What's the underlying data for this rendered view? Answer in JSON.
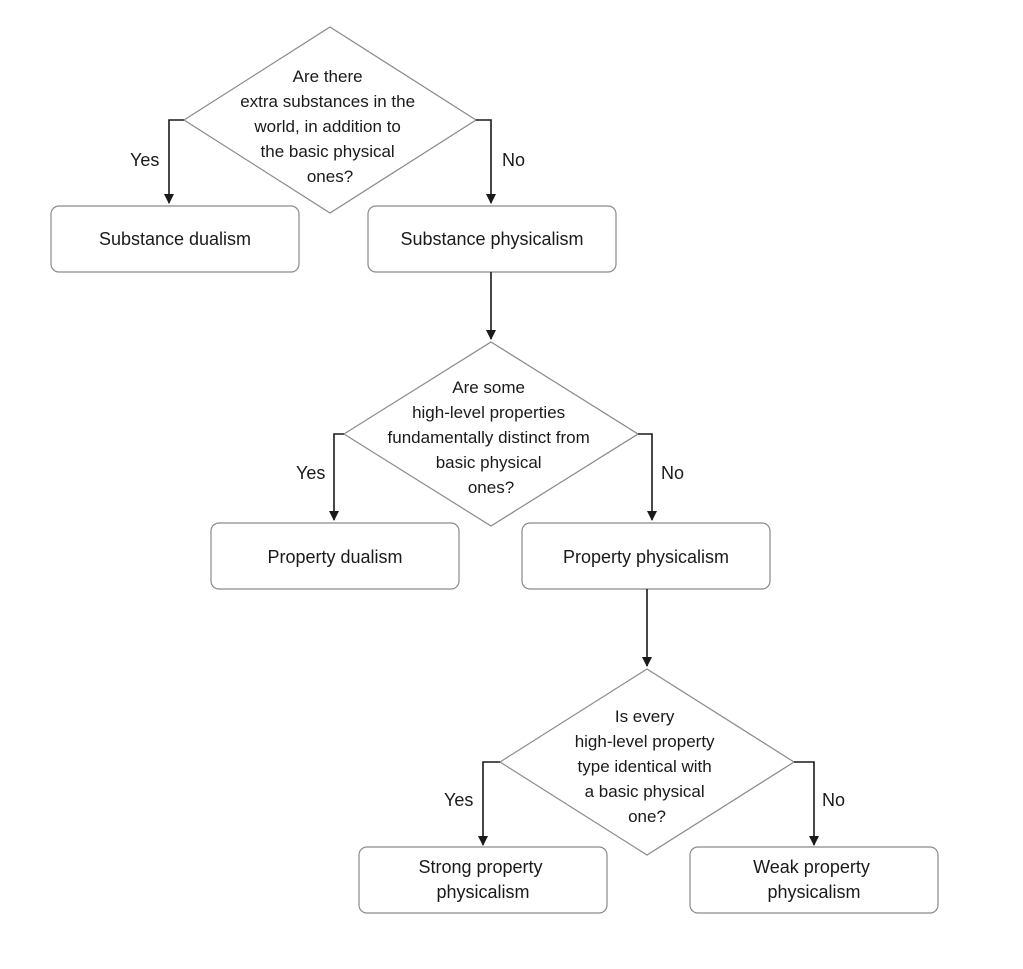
{
  "decisions": {
    "substance": {
      "question_lines": [
        "Are there",
        "extra substances in the",
        "world, in addition to",
        "the basic physical",
        "ones?"
      ],
      "yes_label": "Yes",
      "no_label": "No"
    },
    "property": {
      "question_lines": [
        "Are some",
        "high-level properties",
        "fundamentally distinct from",
        "basic physical",
        "ones?"
      ],
      "yes_label": "Yes",
      "no_label": "No"
    },
    "identity": {
      "question_lines": [
        "Is every",
        "high-level property",
        "type identical with",
        "a basic physical",
        "one?"
      ],
      "yes_label": "Yes",
      "no_label": "No"
    }
  },
  "outcomes": {
    "substance_dualism": [
      "Substance dualism"
    ],
    "substance_physicalism": [
      "Substance physicalism"
    ],
    "property_dualism": [
      "Property dualism"
    ],
    "property_physicalism": [
      "Property physicalism"
    ],
    "strong_property_physicalism": [
      "Strong property",
      "physicalism"
    ],
    "weak_property_physicalism": [
      "Weak property",
      "physicalism"
    ]
  }
}
